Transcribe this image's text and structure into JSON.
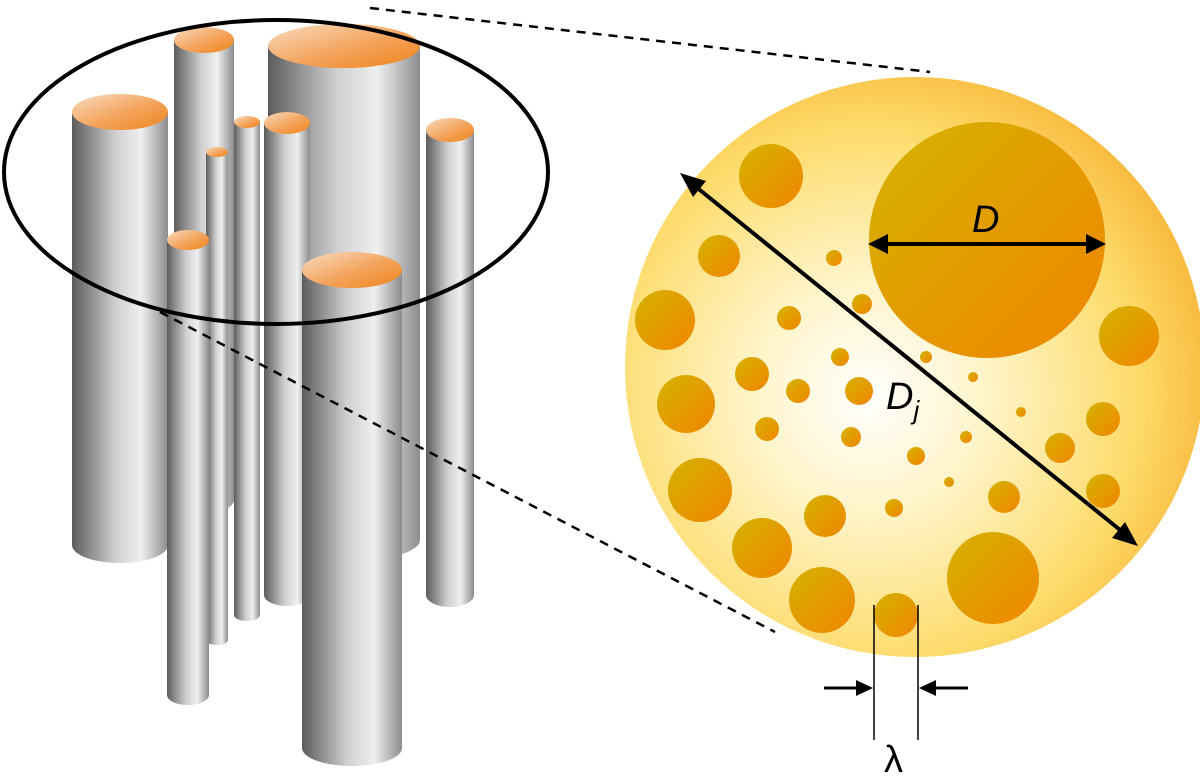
{
  "labels": {
    "pore_diameter": "D",
    "jet_diameter_main": "D",
    "jet_diameter_sub": "j",
    "spacing": "λ"
  },
  "colors": {
    "cylinder_dark": "#5f5f5f",
    "cylinder_light": "#ececec",
    "cylinder_top_start": "#f7d2b0",
    "cylinder_top_end": "#f08a1e",
    "disk_center": "#ffffff",
    "disk_mid": "#fde68a",
    "disk_edge": "#f8b434",
    "hole_light": "#d6b000",
    "hole_dark": "#f08500",
    "line": "#000000"
  },
  "icons": [
    "arrow-head",
    "double-arrow"
  ]
}
